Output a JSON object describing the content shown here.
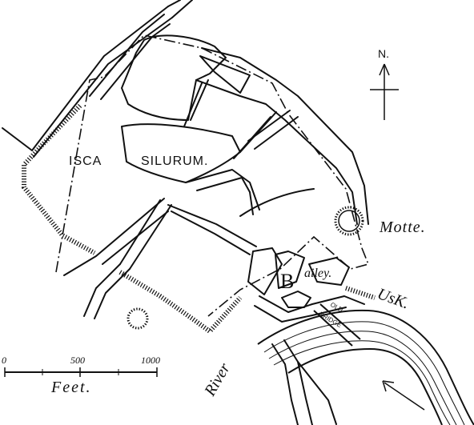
{
  "title": "ISCA SILURUM",
  "labels": {
    "town_left": "ISCA",
    "town_right": "SILURUM.",
    "motte": "Motte.",
    "bailey_b": "B",
    "bailey_rest": "ailey.",
    "river_left": "River",
    "river_right": "UsK.",
    "old_bridge_1": "OLD",
    "old_bridge_2": "BRIDGE"
  },
  "compass": {
    "north_label": "N."
  },
  "scale": {
    "ticks": [
      "0",
      "500",
      "1000"
    ],
    "unit": "Feet."
  },
  "icons": [
    "north-arrow-icon",
    "river-flow-arrow-icon",
    "motte-mound-icon",
    "mound-icon"
  ]
}
